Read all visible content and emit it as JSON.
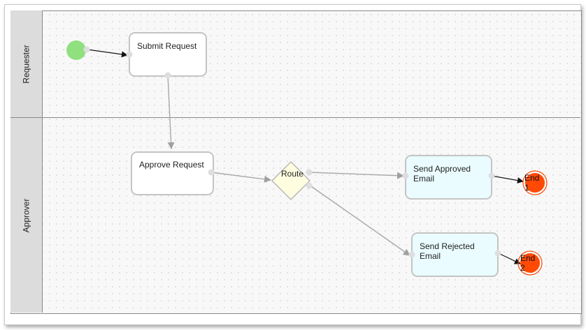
{
  "lanes": [
    {
      "label": "Requester"
    },
    {
      "label": "Approver"
    }
  ],
  "nodes": {
    "submit_request": "Submit Request",
    "approve_request": "Approve Request",
    "route": "Route",
    "send_approved_email": "Send Approved Email",
    "send_rejected_email": "Send Rejected Email",
    "end1": "End 1",
    "end2": "End 2"
  },
  "colors": {
    "start": "#90e080",
    "end": "#ff4a05",
    "gateway": "#fffde0",
    "email_task": "#eafcff",
    "task": "#ffffff"
  }
}
